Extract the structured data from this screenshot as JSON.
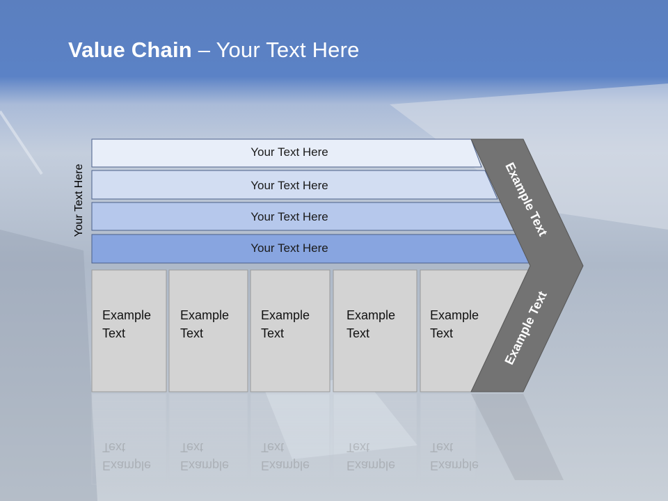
{
  "title": {
    "bold": "Value Chain",
    "rest": " – Your Text Here"
  },
  "side_label": "Your Text Here",
  "bars": [
    {
      "label": "Your Text Here",
      "fill": "#e8eef9"
    },
    {
      "label": "Your Text Here",
      "fill": "#d2ddf2"
    },
    {
      "label": "Your Text Here",
      "fill": "#b6c8ec"
    },
    {
      "label": "Your Text Here",
      "fill": "#88a5e0"
    }
  ],
  "boxes": [
    {
      "line1": "Example",
      "line2": "Text"
    },
    {
      "line1": "Example",
      "line2": "Text"
    },
    {
      "line1": "Example",
      "line2": "Text"
    },
    {
      "line1": "Example",
      "line2": "Text"
    },
    {
      "line1": "Example",
      "line2": "Text"
    }
  ],
  "chevron": {
    "upper_label": "Example Text",
    "lower_label": "Example Text",
    "fill": "#737373"
  },
  "colors": {
    "box_fill": "#d3d3d3",
    "box_border": "#9a9a9a",
    "bar_border": "#4a5f8a"
  }
}
